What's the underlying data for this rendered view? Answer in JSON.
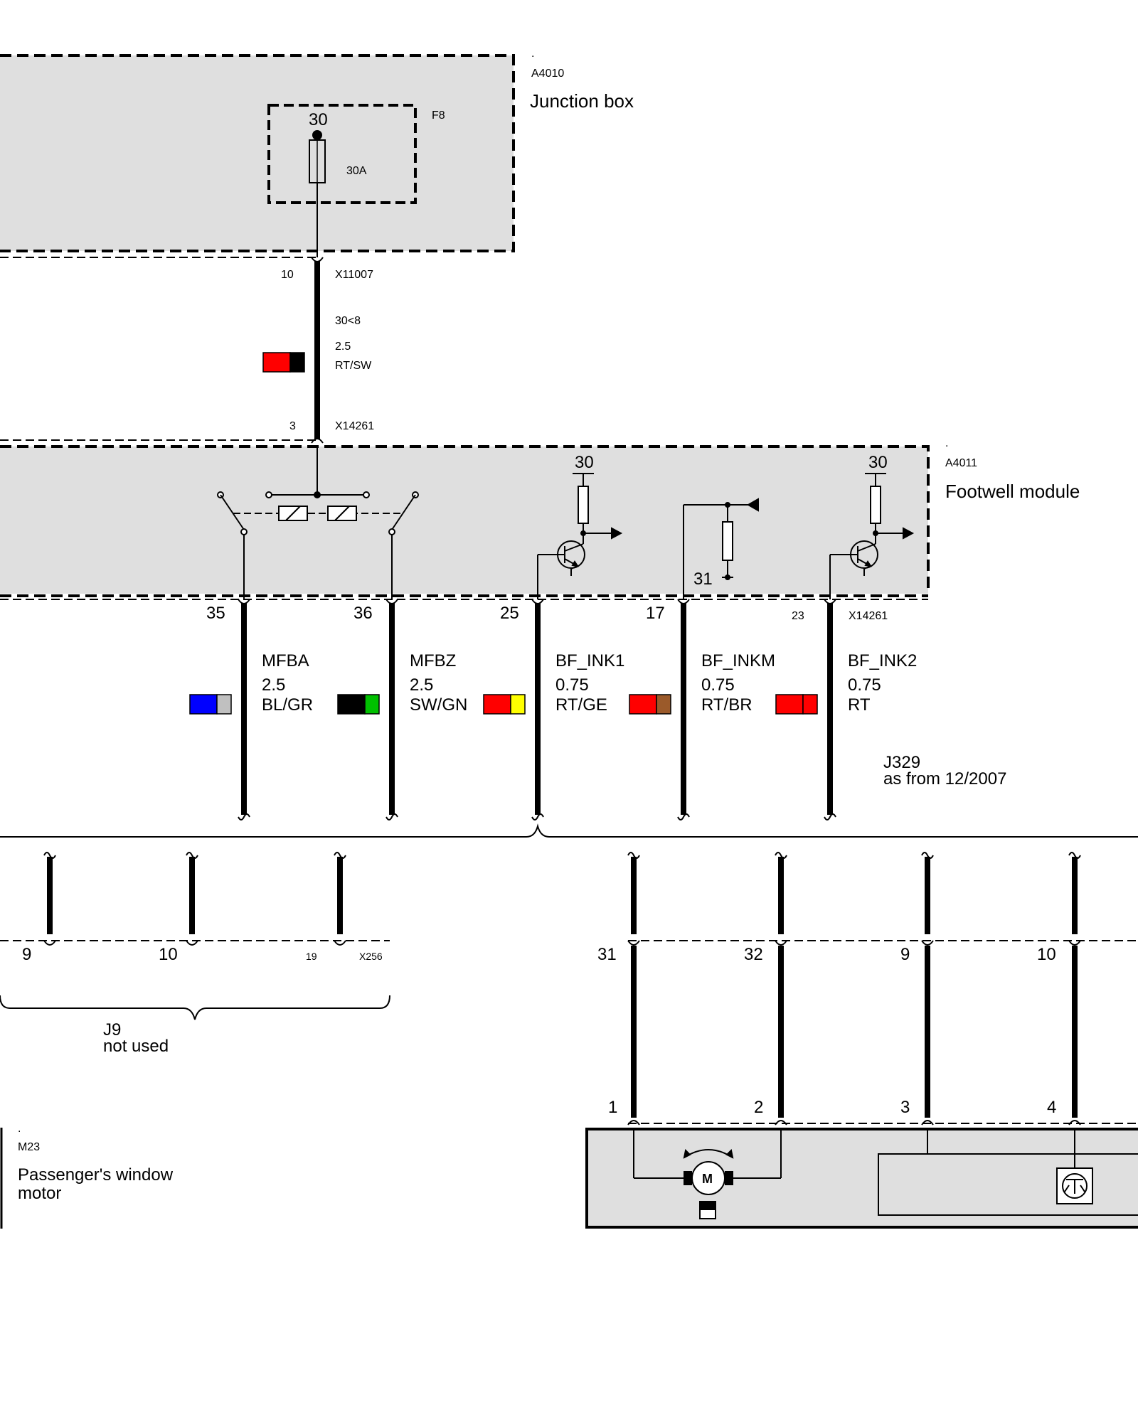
{
  "junction_box": {
    "dot": ".",
    "code": "A4010",
    "name": "Junction box",
    "fuse": {
      "id": "F8",
      "terminal": "30",
      "rating": "30A"
    }
  },
  "supply_wire": {
    "top_connector": "X11007",
    "top_pin": "10",
    "circuit": "30<8",
    "size": "2.5",
    "color": "RT/SW",
    "color_swatch": [
      "#ff0000",
      "#000000"
    ],
    "bottom_connector": "X14261",
    "bottom_pin": "3"
  },
  "footwell_module": {
    "dot": ".",
    "code": "A4011",
    "name": "Footwell module",
    "terminal_left": "30",
    "terminal_right": "30",
    "ground": "31"
  },
  "fm_wires": [
    {
      "pin": "35",
      "signal": "MFBA",
      "size": "2.5",
      "color": "BL/GR",
      "swatch": [
        "#0000ff",
        "#c0c0c0"
      ]
    },
    {
      "pin": "36",
      "signal": "MFBZ",
      "size": "2.5",
      "color": "SW/GN",
      "swatch": [
        "#000000",
        "#00c000"
      ]
    },
    {
      "pin": "25",
      "signal": "BF_INK1",
      "size": "0.75",
      "color": "RT/GE",
      "swatch": [
        "#ff0000",
        "#ffff00"
      ]
    },
    {
      "pin": "17",
      "signal": "BF_INKM",
      "size": "0.75",
      "color": "RT/BR",
      "swatch": [
        "#ff0000",
        "#9b5a2a"
      ]
    },
    {
      "pin": "23",
      "signal": "BF_INK2",
      "size": "0.75",
      "color": "RT",
      "swatch": [
        "#ff0000",
        "#ff0000"
      ]
    }
  ],
  "fm_connector": "X14261",
  "variant_j329": {
    "id": "J329",
    "note": "as from 12/2007"
  },
  "variant_j9": {
    "id": "J9",
    "note": "not used",
    "connector": "X256",
    "pins": [
      "9",
      "10",
      "19"
    ]
  },
  "j329_pins_top": [
    "31",
    "32",
    "9",
    "10"
  ],
  "motor_pins": [
    "1",
    "2",
    "3",
    "4"
  ],
  "motor": {
    "dot": ".",
    "code": "M23",
    "name_line1": "Passenger's window",
    "name_line2": "motor",
    "symbol": "M"
  },
  "colors": {
    "module_fill": "#dfdfdf",
    "wire": "#000000"
  }
}
